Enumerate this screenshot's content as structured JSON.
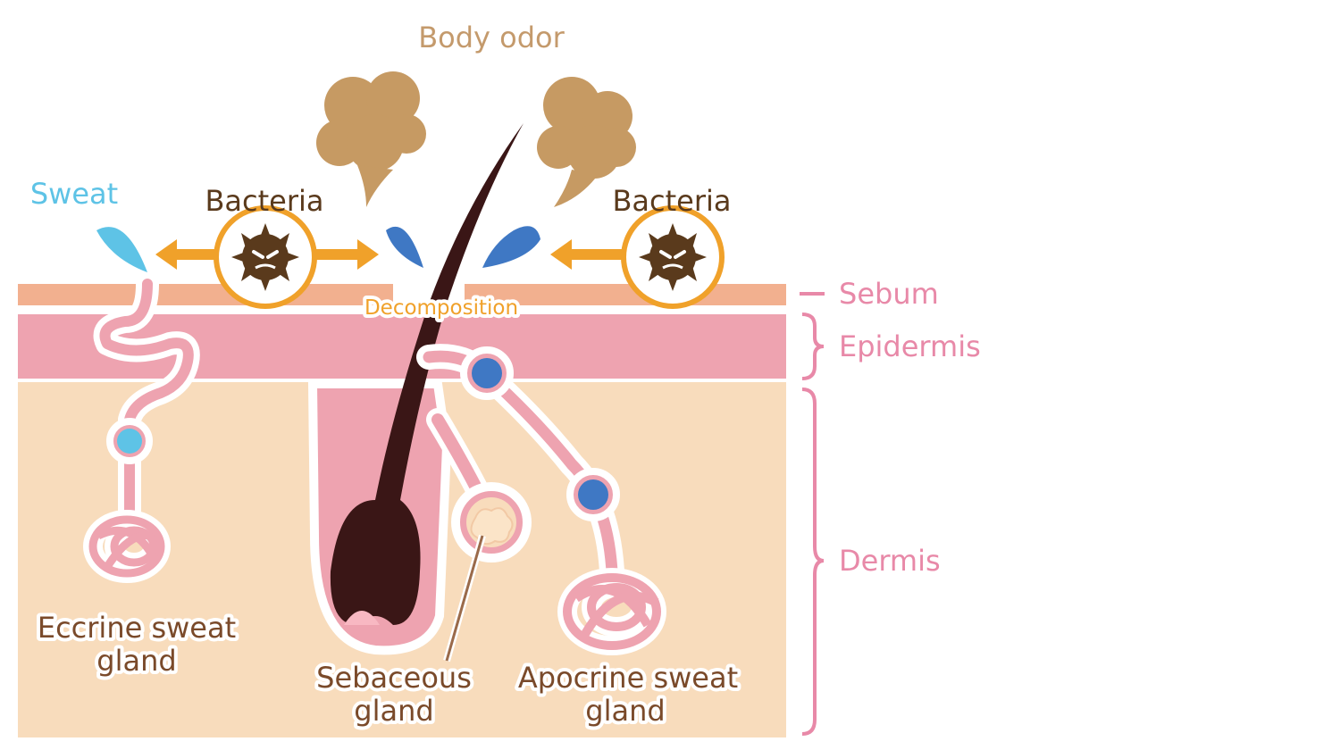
{
  "labels": {
    "body_odor": "Body odor",
    "sweat": "Sweat",
    "bacteria_left": "Bacteria",
    "bacteria_right": "Bacteria",
    "decomposition": "Decomposition",
    "sebum": "Sebum",
    "epidermis": "Epidermis",
    "dermis": "Dermis",
    "eccrine_line1": "Eccrine sweat",
    "eccrine_line2": "gland",
    "sebaceous_line1": "Sebaceous",
    "sebaceous_line2": "gland",
    "apocrine_line1": "Apocrine sweat",
    "apocrine_line2": "gland"
  },
  "colors": {
    "sebum": "#f2b08f",
    "epidermis": "#eea3b0",
    "dermis": "#f8dcbc",
    "gland_tube": "#eea3b0",
    "hair": "#3a1616",
    "odor_cloud": "#c69a63",
    "sweat_drop": "#5ec3e6",
    "apocrine_drop": "#3f78c4",
    "arrow": "#f0a12a",
    "bacteria": "#5a3a1c",
    "body_odor_text": "#c49a6c",
    "sweat_text": "#5ec3e6",
    "bacteria_text": "#5a3a1c",
    "decomposition_text": "#f0a12a",
    "layer_text": "#e889a8",
    "gland_text": "#7a4a2a"
  },
  "icons": [
    "bacteria-icon",
    "sweat-drop-icon",
    "odor-cloud-icon",
    "arrow-icon",
    "hair-shaft"
  ]
}
